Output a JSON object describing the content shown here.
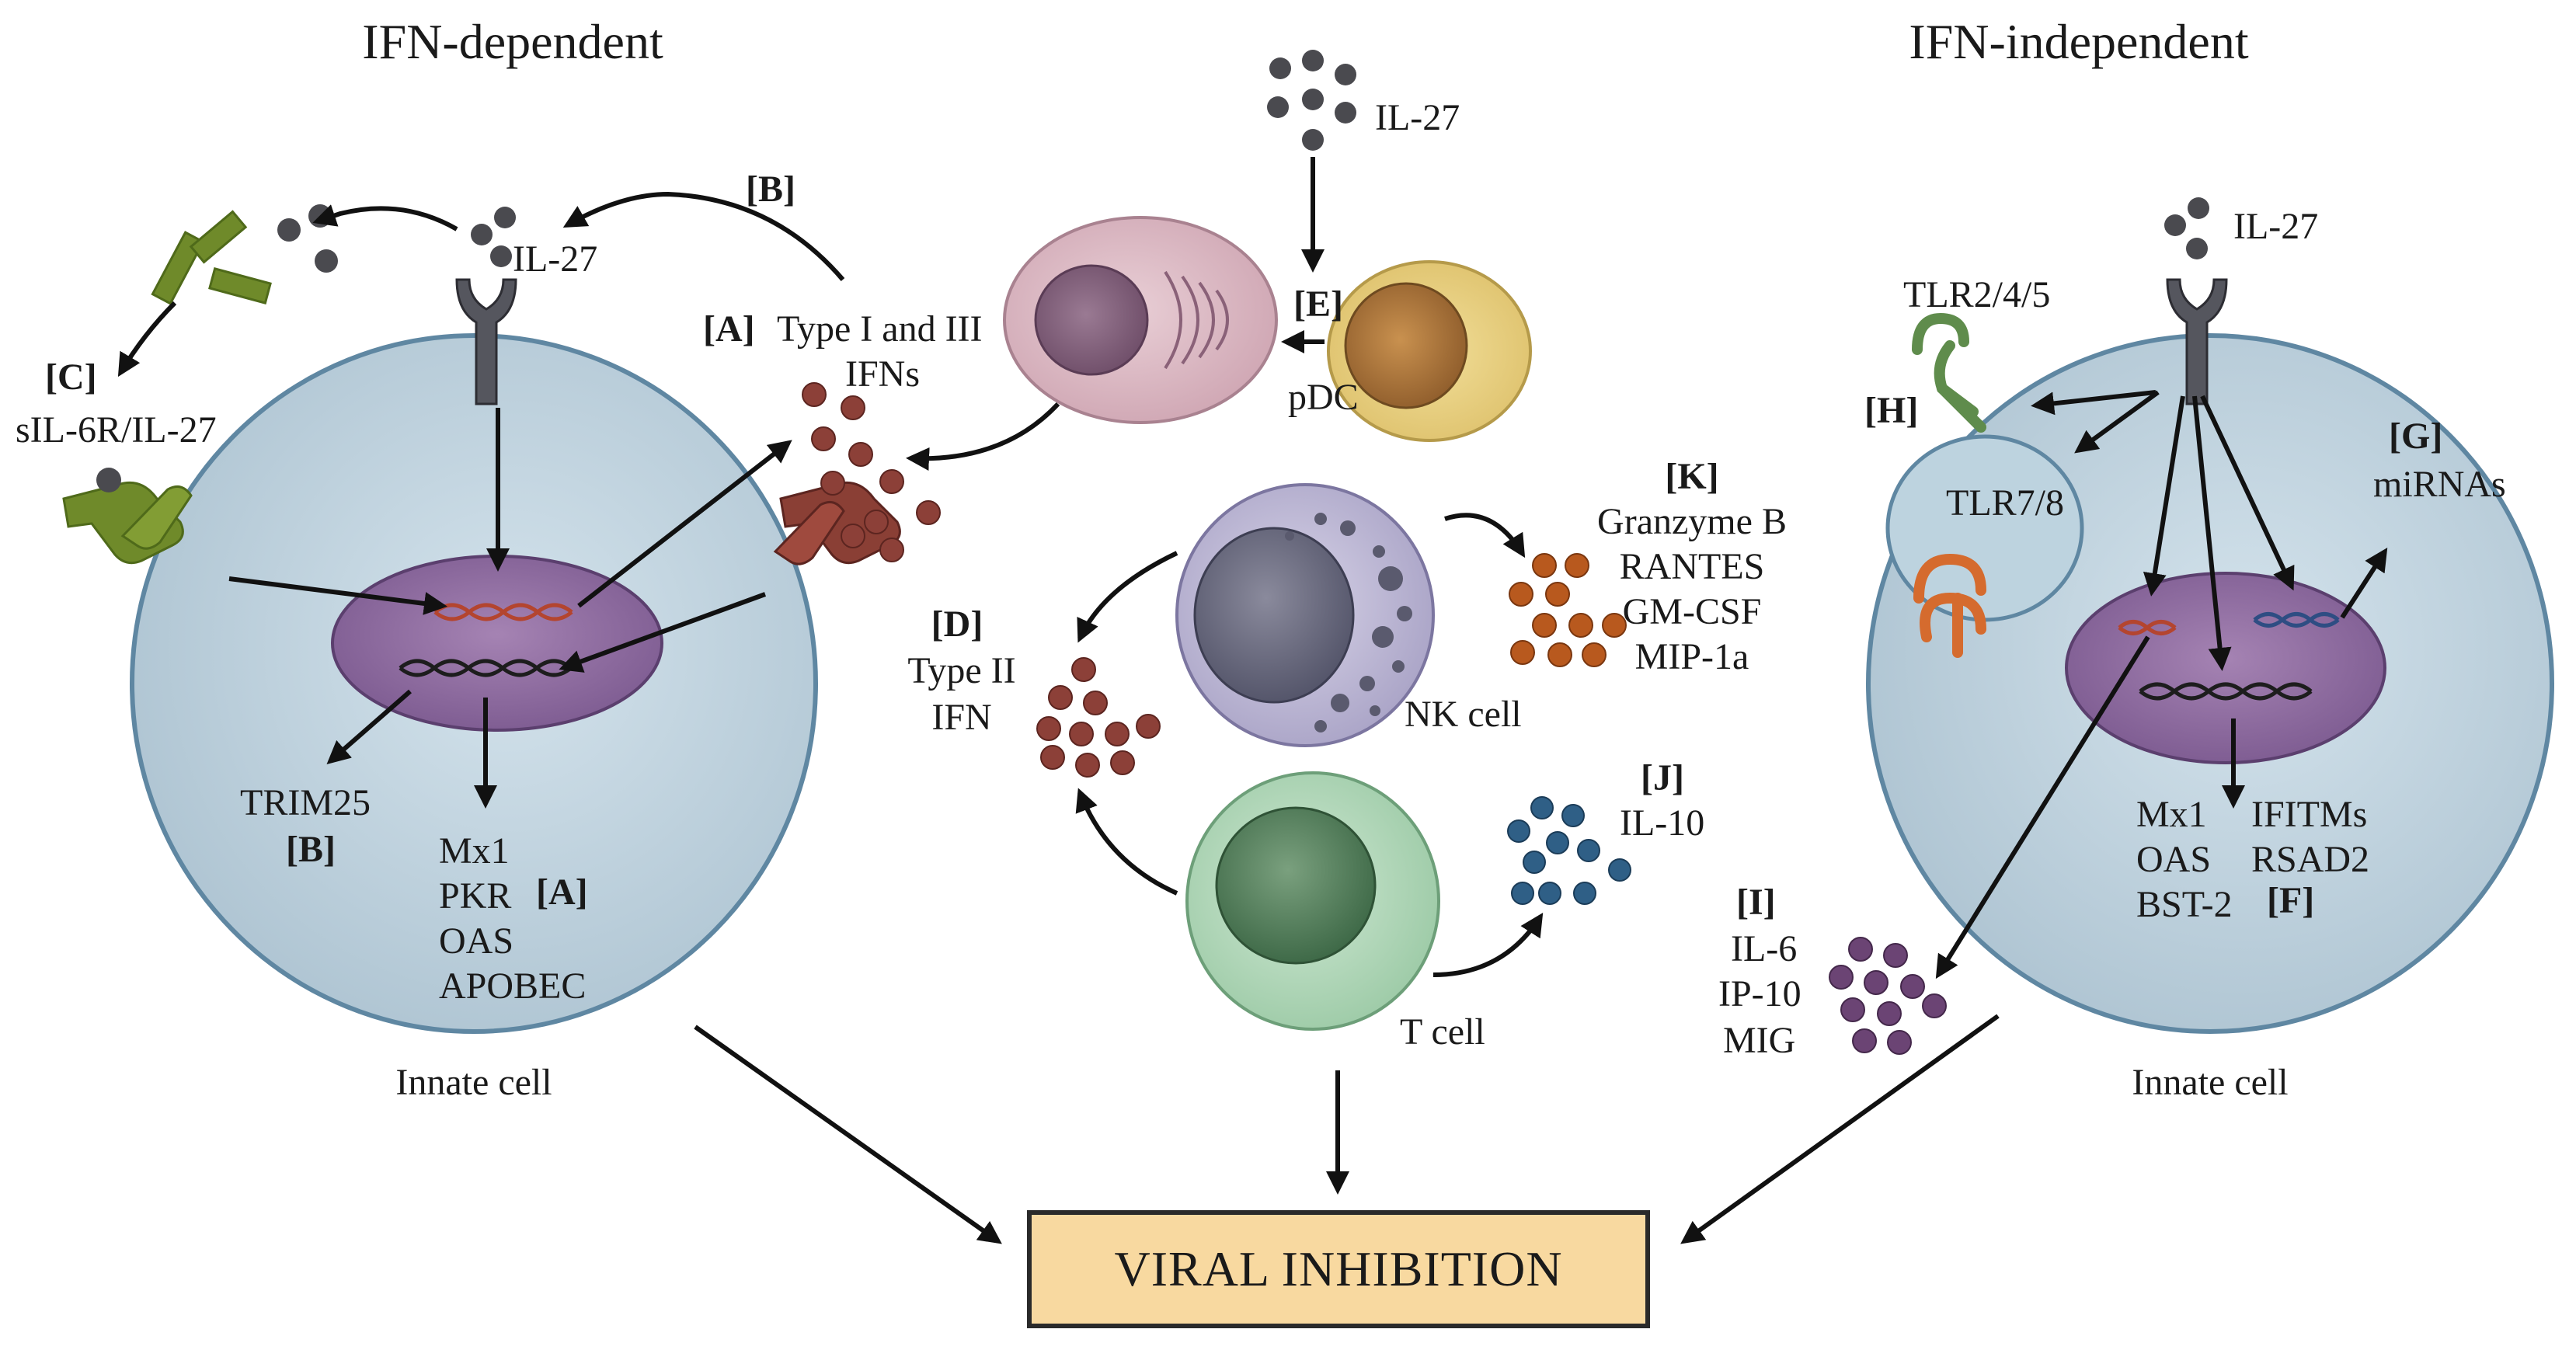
{
  "headings": {
    "left": "IFN-dependent",
    "right": "IFN-independent"
  },
  "center": {
    "il27_top": "IL-27",
    "pathway_e": "[E]",
    "pdc": "pDC",
    "pathway_k": "[K]",
    "nk_products": [
      "Granzyme B",
      "RANTES",
      "GM-CSF",
      "MIP-1a"
    ],
    "nk_cell": "NK cell",
    "pathway_d": "[D]",
    "type2_line1": "Type II",
    "type2_line2": "IFN",
    "pathway_j": "[J]",
    "il10": "IL-10",
    "t_cell": "T cell"
  },
  "left_cell": {
    "pathway_b_top": "[B]",
    "il27": "IL-27",
    "pathway_c": "[C]",
    "sil6r": "sIL-6R/IL-27",
    "pathway_a_top": "[A]",
    "type13_line1": "Type I and III",
    "type13_line2": "IFNs",
    "trim25": "TRIM25",
    "pathway_b_bottom": "[B]",
    "genes": [
      "Mx1",
      "PKR",
      "OAS",
      "APOBEC"
    ],
    "pathway_a_bottom": "[A]",
    "cell_label": "Innate cell"
  },
  "right_cell": {
    "il27": "IL-27",
    "tlr245": "TLR2/4/5",
    "pathway_h": "[H]",
    "tlr78": "TLR7/8",
    "pathway_g": "[G]",
    "mirnas": "miRNAs",
    "genes_left": [
      "Mx1",
      "OAS",
      "BST-2"
    ],
    "genes_right": [
      "IFITMs",
      "RSAD2"
    ],
    "pathway_f": "[F]",
    "pathway_i": "[I]",
    "cytokines": [
      "IL-6",
      "IP-10",
      "MIG"
    ],
    "cell_label": "Innate cell"
  },
  "outcome": {
    "label": "VIRAL INHIBITION"
  },
  "colors": {
    "innate_cell": "#b9cdd9",
    "nucleus": "#8c6a9e",
    "il27_dot": "#4a4a4f",
    "ifn13_dot": "#8c4038",
    "type2_dot": "#8c4038",
    "il10_dot": "#2f5f86",
    "nk_product_dot": "#b8591e",
    "cytokine_dot": "#6b4474",
    "viral_box": "#f8d9a0"
  }
}
